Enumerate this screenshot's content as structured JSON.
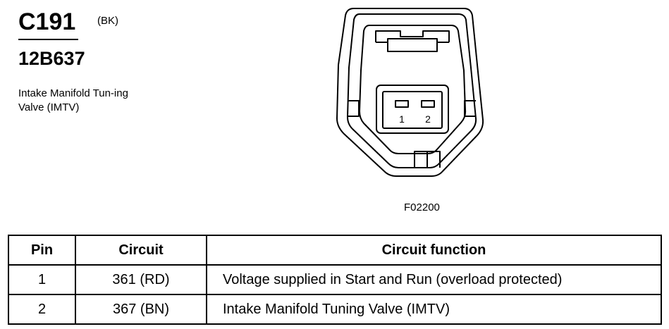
{
  "connector": {
    "id": "C191",
    "color_code": "(BK)",
    "part_number": "12B637",
    "description": "Intake Manifold Tun-ing Valve (IMTV)"
  },
  "figure": {
    "code": "F02200",
    "pin_labels": [
      "1",
      "2"
    ]
  },
  "table": {
    "headers": {
      "pin": "Pin",
      "circuit": "Circuit",
      "function": "Circuit function"
    },
    "rows": [
      {
        "pin": "1",
        "circuit": "361 (RD)",
        "function": "Voltage supplied in Start and Run (overload protected)"
      },
      {
        "pin": "2",
        "circuit": "367 (BN)",
        "function": "Intake Manifold Tuning Valve (IMTV)"
      }
    ]
  }
}
